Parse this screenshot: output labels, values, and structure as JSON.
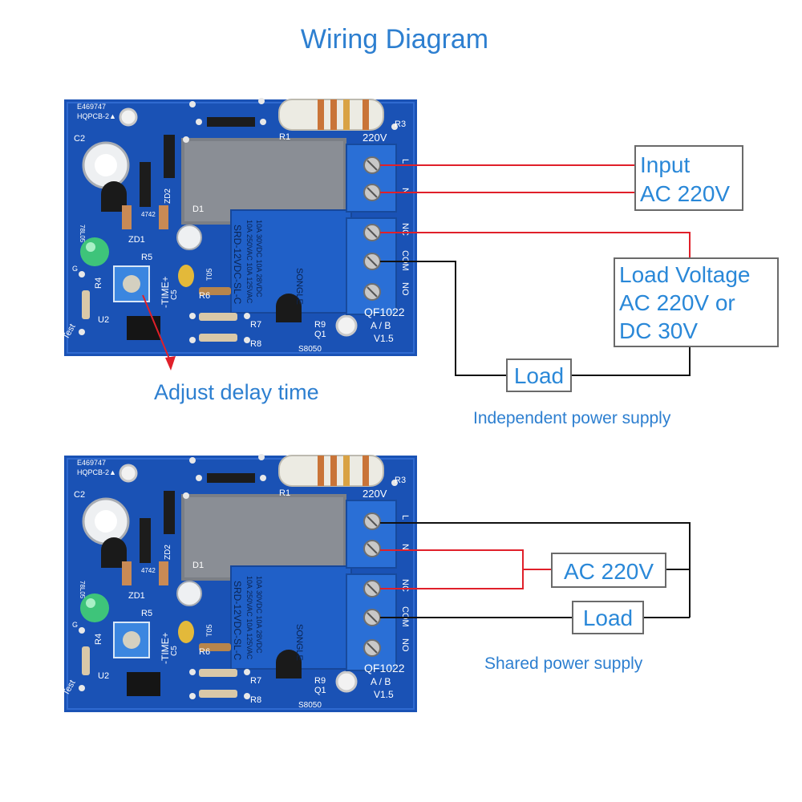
{
  "title": "Wiring Diagram",
  "pcb": {
    "code": "E469747",
    "maker": "HQPCB-2▲",
    "model": "QF1022",
    "version": "V1.5",
    "ab": "A / B",
    "relay_model": "SRD-12VDC-SL-C",
    "relay_rating1": "10A 250VAC  10A 125VAC",
    "relay_rating2": "10A 30VDC  10A 28VDC",
    "relay_brand": "SONGLE",
    "voltage_label": "220V",
    "time_label": "-TIME+",
    "test_label": "Test",
    "transistor": "S8050",
    "regulator": "78L05",
    "zener": "4742",
    "terminal_L": "L",
    "terminal_N": "N",
    "terminal_NC": "NC",
    "terminal_COM": "COM",
    "terminal_NO": "NO",
    "ref_labels": {
      "c2": "C2",
      "r3": "R3",
      "r1": "R1",
      "d1": "D1",
      "zd2": "ZD2",
      "zd1": "ZD1",
      "r5": "R5",
      "r4": "R4",
      "u2": "U2",
      "r6": "R6",
      "r7": "R7",
      "r8": "R8",
      "r9": "R9",
      "q1": "Q1",
      "c5": "C5",
      "t05": "T05",
      "g": "G"
    }
  },
  "top": {
    "input_line1": "Input",
    "input_line2": "AC 220V",
    "load_voltage_line1": "Load Voltage",
    "load_voltage_line2": "AC 220V or",
    "load_voltage_line3": "DC 30V",
    "load": "Load",
    "adjust": "Adjust delay time",
    "caption": "Independent power supply"
  },
  "bottom": {
    "ac": "AC 220V",
    "load": "Load",
    "caption": "Shared power supply"
  },
  "colors": {
    "pcb": "#1a52b5",
    "pcb_dark": "#123f96",
    "text_blue": "#2d7fd0",
    "wire_red": "#e0202a",
    "wire_black": "#111111",
    "box_border": "#6a6a6a"
  }
}
